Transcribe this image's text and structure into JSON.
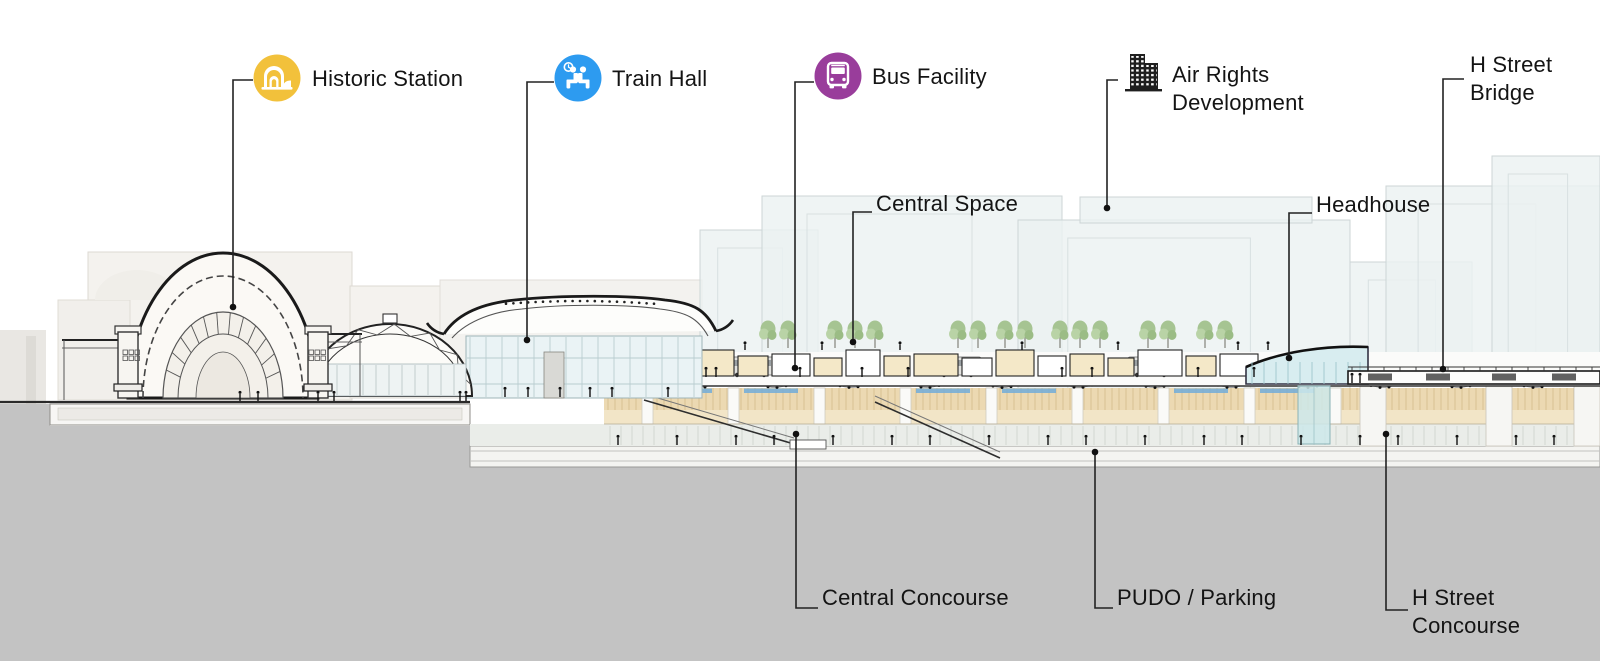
{
  "diagram": {
    "type": "architectural-section",
    "callouts": [
      {
        "id": "historic-station",
        "label": "Historic Station",
        "icon": "historic-station-icon"
      },
      {
        "id": "train-hall",
        "label": "Train Hall",
        "icon": "train-hall-icon"
      },
      {
        "id": "bus-facility",
        "label": "Bus Facility",
        "icon": "bus-facility-icon"
      },
      {
        "id": "air-rights-development",
        "label": "Air Rights Development",
        "icon": "air-rights-development-icon"
      },
      {
        "id": "h-street-bridge",
        "label": "H Street Bridge"
      },
      {
        "id": "central-space",
        "label": "Central Space"
      },
      {
        "id": "headhouse",
        "label": "Headhouse"
      },
      {
        "id": "central-concourse",
        "label": "Central Concourse"
      },
      {
        "id": "pudo-parking",
        "label": "PUDO / Parking"
      },
      {
        "id": "h-street-concourse",
        "label": "H Street Concourse"
      }
    ]
  },
  "colors": {
    "historic_station_yellow": "#F2C13B",
    "train_hall_blue": "#2D9BF0",
    "bus_facility_purple": "#993D9B",
    "air_rights_dark": "#1F1F1F",
    "label_text": "#141414",
    "leader_line": "#222222",
    "ground_gray": "#C3C3C3",
    "platform_tan": "#ECD9B2",
    "deck_cream": "#F4E8C8",
    "tree_green": "#A6C492",
    "glass_blue": "#D8EDF0"
  }
}
